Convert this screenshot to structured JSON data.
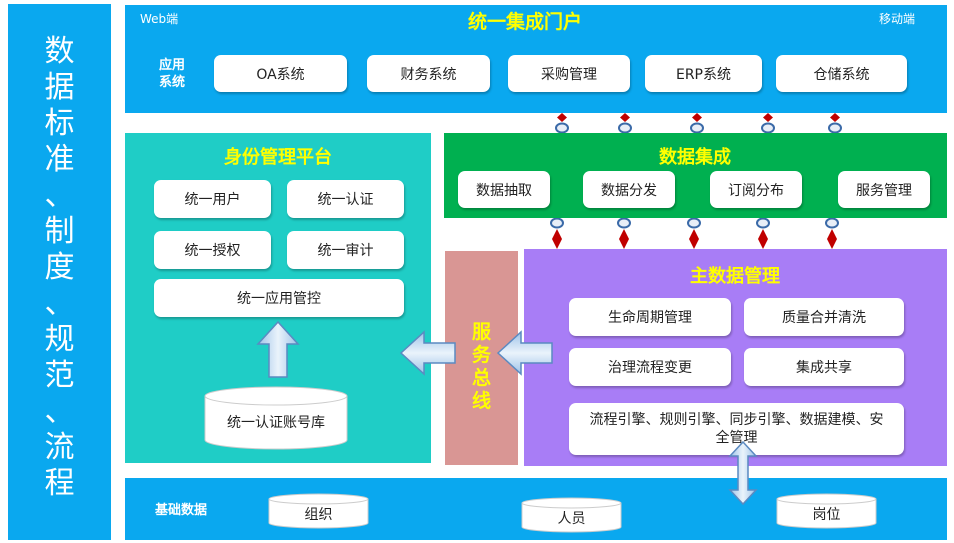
{
  "side_title": [
    "数",
    "据",
    "标",
    "准",
    "、",
    "制",
    "度",
    "、",
    "规",
    "范",
    "、",
    "流",
    "程"
  ],
  "portal": {
    "web_label": "Web端",
    "title": "统一集成门户",
    "mobile_label": "移动端",
    "app_label_line1": "应用",
    "app_label_line2": "系统",
    "apps": [
      "OA系统",
      "财务系统",
      "采购管理",
      "ERP系统",
      "仓储系统"
    ]
  },
  "identity": {
    "title": "身份管理平台",
    "items": [
      "统一用户",
      "统一认证",
      "统一授权",
      "统一审计"
    ],
    "wide_item": "统一应用管控",
    "db_label": "统一认证账号库"
  },
  "integration": {
    "title": "数据集成",
    "items": [
      "数据抽取",
      "数据分发",
      "订阅分布",
      "服务管理"
    ]
  },
  "bus": {
    "chars": [
      "服",
      "务",
      "总",
      "线"
    ]
  },
  "mdm": {
    "title": "主数据管理",
    "items": [
      "生命周期管理",
      "质量合并清洗",
      "治理流程变更",
      "集成共享"
    ],
    "engine": "流程引擎、规则引擎、同步引擎、数据建模、安全管理"
  },
  "base": {
    "label": "基础数据",
    "items": [
      "组织",
      "人员",
      "岗位"
    ]
  },
  "colors": {
    "blue": "#0aa8ef",
    "teal": "#1fcdc6",
    "green": "#00b050",
    "purple": "#a87df6",
    "rose": "#d99694",
    "title_yellow": "#ffff00",
    "connector_red": "#c00000"
  }
}
